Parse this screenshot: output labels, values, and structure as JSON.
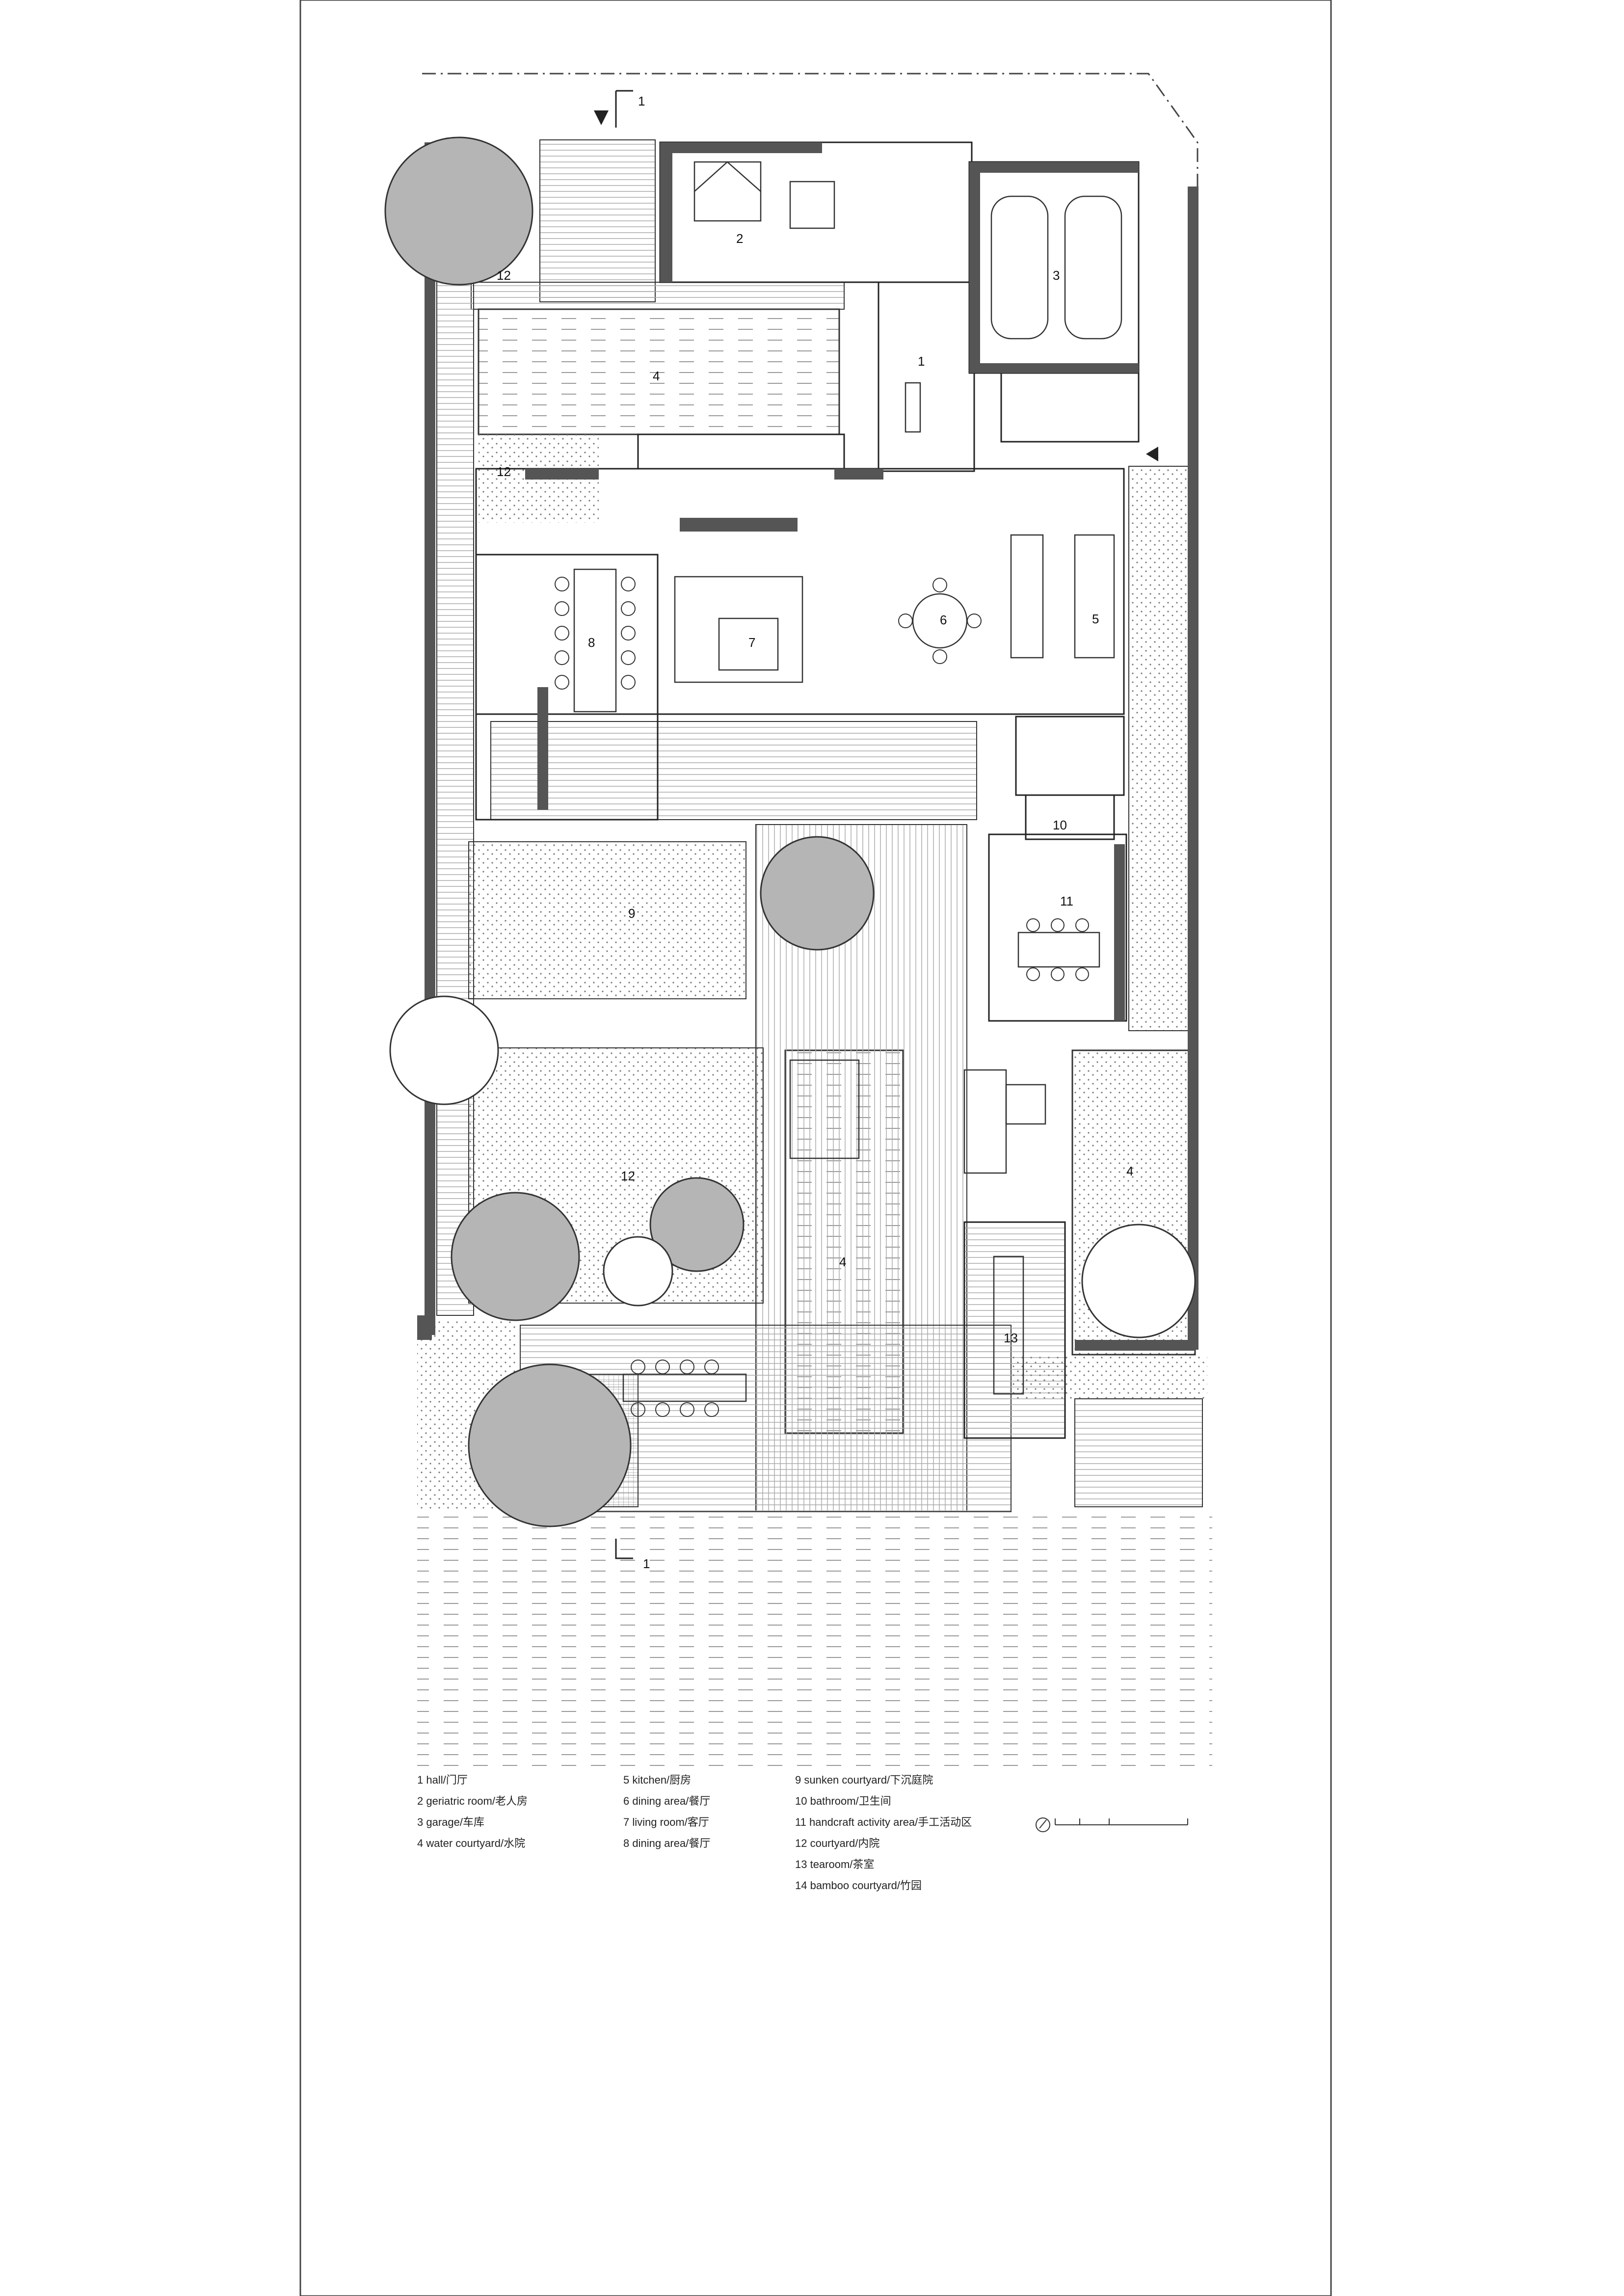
{
  "section_marker": "1",
  "legend": {
    "col1": [
      "1 hall/门厅",
      "2 geriatric room/老人房",
      "3 garage/车库",
      "4 water courtyard/水院"
    ],
    "col2": [
      "5 kitchen/厨房",
      "6 dining area/餐厅",
      "7 living room/客厅",
      "8 dining area/餐厅"
    ],
    "col3": [
      "9 sunken courtyard/下沉庭院",
      "10 bathroom/卫生间",
      "11 handcraft activity area/手工活动区",
      "12 courtyard/内院",
      "13 tearoom/茶室",
      "14 bamboo courtyard/竹园"
    ]
  },
  "room_numbers": {
    "hall": "1",
    "geriatric_room": "2",
    "garage": "3",
    "water_courtyard_north": "4",
    "water_courtyard_center": "4",
    "water_courtyard_east": "4",
    "kitchen": "5",
    "dining_east": "6",
    "living_room": "7",
    "dining_west": "8",
    "sunken_courtyard": "9",
    "bathroom": "10",
    "handcraft_area": "11",
    "courtyard_nw": "12",
    "courtyard_mid": "12",
    "courtyard_south": "12",
    "tearoom": "13"
  },
  "colors": {
    "wall": "#555555",
    "line": "#222222",
    "tree": "#b5b5b5",
    "paper": "#ffffff"
  }
}
